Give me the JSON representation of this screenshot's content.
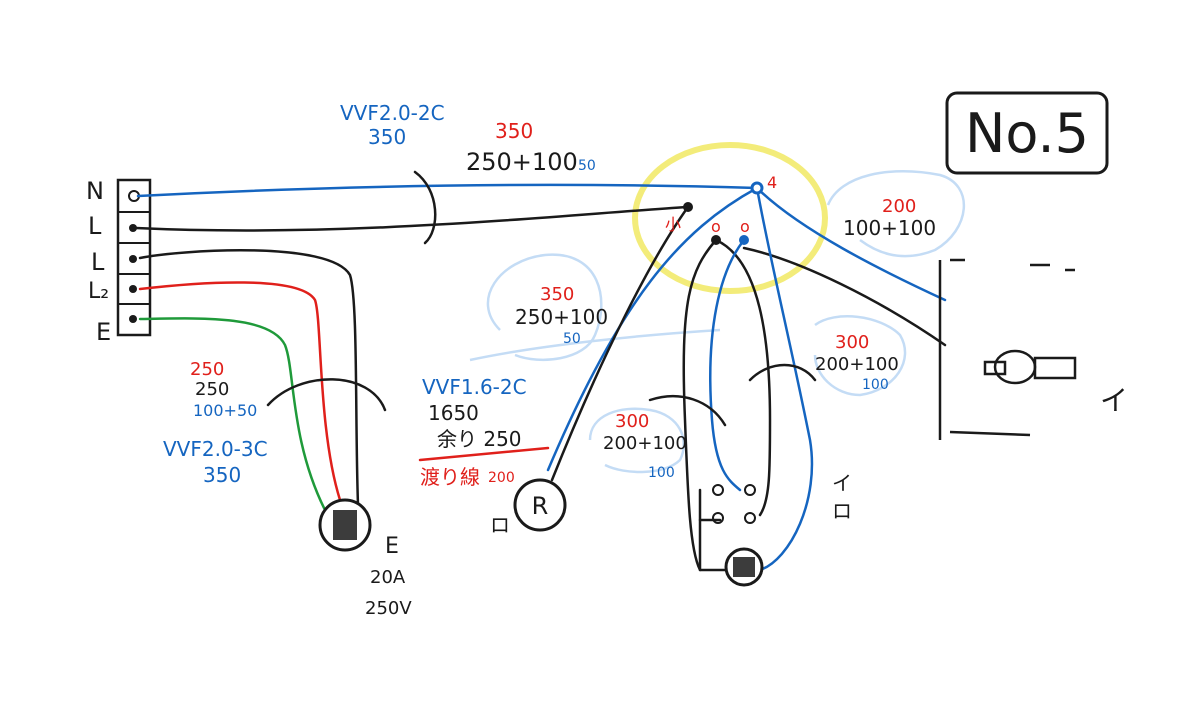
{
  "colors": {
    "black": "#1a1a1a",
    "blue": "#1565c0",
    "red": "#e0201b",
    "green": "#1f9a3a",
    "light_blue": "#b8d8f4",
    "yellow": "#f3ec7a"
  },
  "title": "No.5",
  "terminal_block": {
    "labels": [
      "N",
      "L",
      "L",
      "L₂",
      "E"
    ]
  },
  "feed_cable": {
    "type": "VVF2.0-2C",
    "length": "350",
    "length_red": "350",
    "breakdown": "250+100",
    "breakdown_small": "50"
  },
  "junction": {
    "label_4": "4",
    "label_ko": "小",
    "marks": [
      "o",
      "o"
    ]
  },
  "right_cable": {
    "length_red": "200",
    "breakdown": "100+100"
  },
  "middle_cable": {
    "length_red": "350",
    "breakdown": "250+100",
    "breakdown_small": "50"
  },
  "left_cable": {
    "length_red": "250",
    "length": "250",
    "breakdown": "100+50",
    "type": "VVF2.0-3C",
    "type_length": "350"
  },
  "mid_cable": {
    "type": "VVF1.6-2C",
    "length": "1650",
    "remaining": "余り 250",
    "crossover": "渡り線",
    "crossover_len": "200"
  },
  "switch_cable": {
    "length_red": "300",
    "breakdown": "200+100",
    "breakdown_small": "100"
  },
  "right_switch_cable": {
    "length_red": "300",
    "breakdown": "200+100",
    "breakdown_small": "100"
  },
  "outlet": {
    "label": "E",
    "rating": "20A",
    "voltage": "250V"
  },
  "lamp_r": {
    "symbol": "R",
    "label": "ロ"
  },
  "switch_group": {
    "labels": [
      "イ",
      "ロ"
    ]
  },
  "fixture": {
    "label": "イ"
  }
}
